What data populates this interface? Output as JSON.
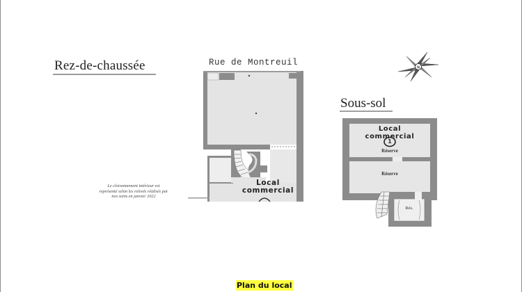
{
  "page": {
    "caption": "Plan du local",
    "caption_highlight": "#ffff40"
  },
  "ground_floor": {
    "title": "Rez-de-chaussée",
    "street": "Rue de Montreuil",
    "room_label_line1": "Local",
    "room_label_line2": "commercial",
    "note_line1": "Le cloisonnement intérieur est",
    "note_line2": "représenté selon les relevés réalisés par",
    "note_line3": "nos soins en janvier 2022"
  },
  "basement": {
    "title": "Sous-sol",
    "room_label_line1": "Local",
    "room_label_line2": "commercial",
    "lot_number": "1",
    "rooms": [
      {
        "label": "Réserve"
      },
      {
        "label": "Réserve"
      },
      {
        "label": "Rés."
      }
    ]
  },
  "icons": {
    "compass": "compass-rose-icon"
  },
  "colors": {
    "wall": "#8c8c8c",
    "floor": "#e6e6e6",
    "text": "#222222"
  }
}
